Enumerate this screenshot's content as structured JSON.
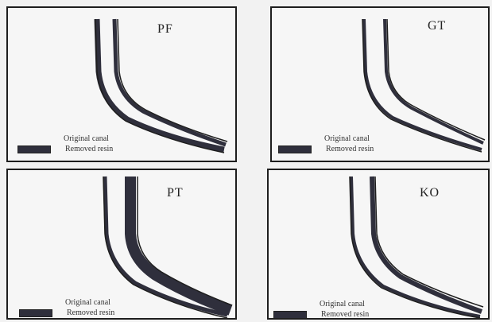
{
  "panels": [
    {
      "label": "PF",
      "legend_original": "Original canal",
      "legend_removed": "Removed resin"
    },
    {
      "label": "GT",
      "legend_original": "Original canal",
      "legend_removed": "Removed resin"
    },
    {
      "label": "PT",
      "legend_original": "Original canal",
      "legend_removed": "Removed resin"
    },
    {
      "label": "KO",
      "legend_original": "Original canal",
      "legend_removed": "Removed resin"
    }
  ],
  "colors": {
    "background": "#f2f2f2",
    "panel_border": "#1e1e1e",
    "canal_outline": "#1e1e1e",
    "removed_resin": "#2f2f3c"
  }
}
